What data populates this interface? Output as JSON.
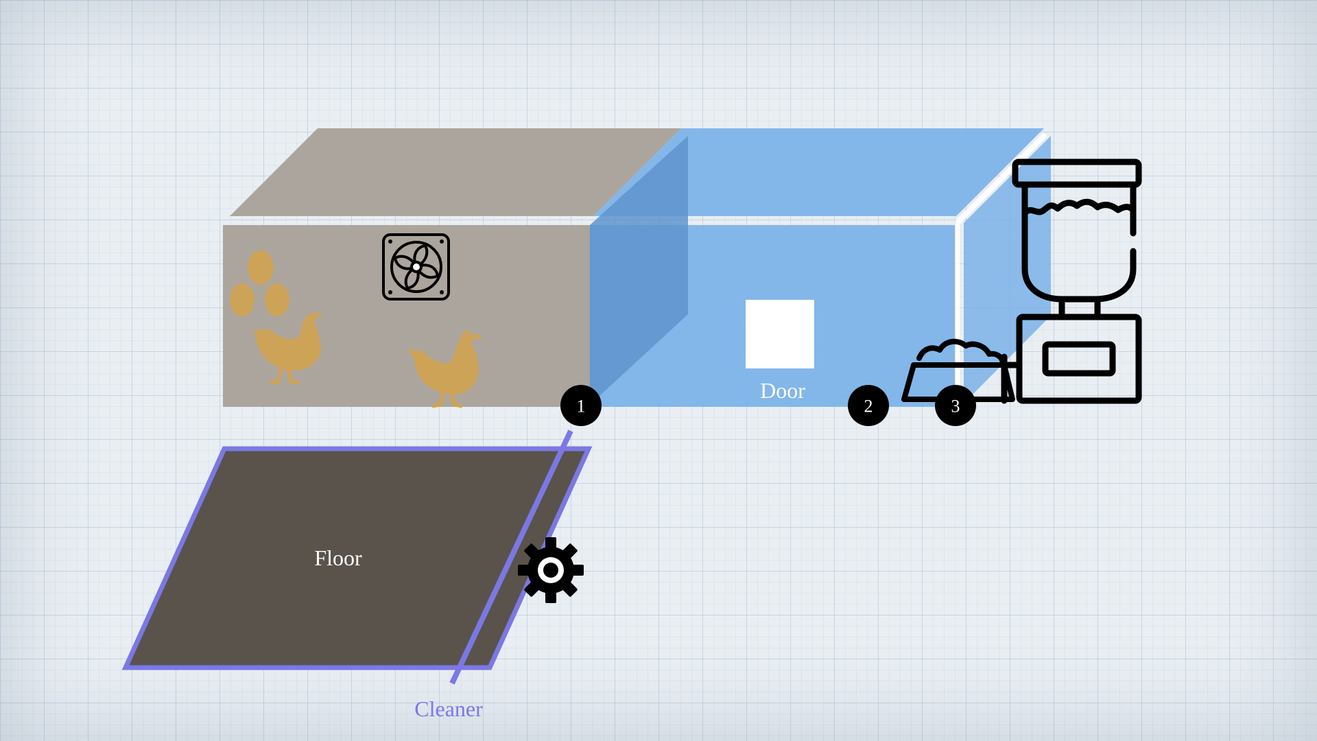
{
  "diagram": {
    "labels": {
      "floor": "Floor",
      "door": "Door",
      "cleaner": "Cleaner"
    },
    "markers": [
      "1",
      "2",
      "3"
    ],
    "icons": {
      "fan": "fan-icon",
      "eggs": "eggs-icon",
      "hen": "hen-icon",
      "rooster": "rooster-icon",
      "feeder": "feeder-icon",
      "food_bowl": "food-bowl-icon",
      "gear": "gear-icon"
    },
    "colors": {
      "coop_gray": "#aba59d",
      "run_blue": "#7bb2e8",
      "floor_dark": "#59534c",
      "cleaner_purple": "#7b78e4",
      "chicken_gold": "#d2a24c",
      "marker_black": "#000000"
    }
  }
}
